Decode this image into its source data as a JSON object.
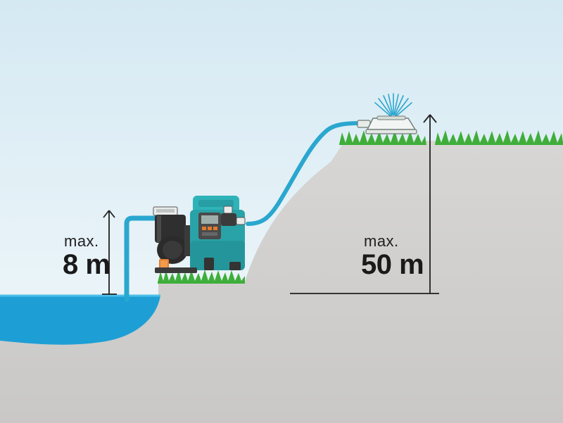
{
  "suction_label": {
    "prefix": "max.",
    "value": "8 m"
  },
  "delivery_label": {
    "prefix": "max.",
    "value": "50 m"
  },
  "colors": {
    "sky_top": "#d6eaf3",
    "sky_bottom": "#f3f9fb",
    "ground": "#d3d2d0",
    "water": "#1d9fd5",
    "hose": "#2aa7cf",
    "grass": "#3fae3a",
    "pump_body": "#2aa3a8",
    "pump_dark": "#3b3b3b",
    "arrow": "#1f1f1f"
  },
  "icons": [
    "pump-icon",
    "sprinkler-icon",
    "up-arrow-icon"
  ]
}
